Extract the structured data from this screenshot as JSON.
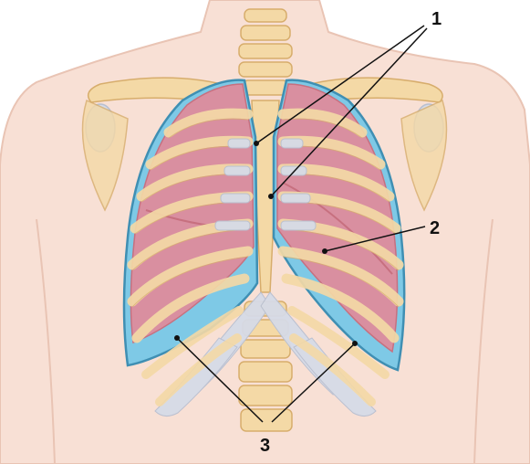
{
  "callouts": [
    {
      "id": "1",
      "label": "1"
    },
    {
      "id": "2",
      "label": "2"
    },
    {
      "id": "3",
      "label": "3"
    }
  ],
  "colors": {
    "skin": "#f8e0d5",
    "skin_edge": "#e9c4b4",
    "bone": "#f4d9a6",
    "bone_edge": "#d7ad6c",
    "lung": "#d98fa0",
    "lung_dark": "#c7707f",
    "pleura": "#7ec9e6",
    "pleura_edge": "#3f8fb3",
    "cartilage": "#d6dbe7",
    "leader": "#111111"
  }
}
